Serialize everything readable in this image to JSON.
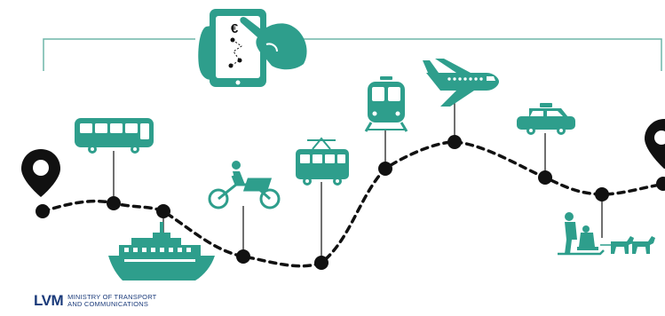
{
  "colors": {
    "teal": "#2e9e8c",
    "dark": "#111111",
    "bracket": "#6fb5a8",
    "logo_blue": "#1a3a7a"
  },
  "phone": {
    "currency_symbol": "€",
    "icon": "smartphone-route-icon"
  },
  "route": {
    "stops": [
      {
        "mode": "start",
        "icon": "location-pin-icon"
      },
      {
        "mode": "bus",
        "icon": "bus-icon"
      },
      {
        "mode": "ferry",
        "icon": "ship-icon"
      },
      {
        "mode": "cargo-bike",
        "icon": "cargo-bike-icon"
      },
      {
        "mode": "tram",
        "icon": "tram-icon"
      },
      {
        "mode": "train",
        "icon": "train-icon"
      },
      {
        "mode": "airplane",
        "icon": "airplane-icon"
      },
      {
        "mode": "taxi",
        "icon": "taxi-icon"
      },
      {
        "mode": "dog-sled",
        "icon": "dog-sled-icon"
      },
      {
        "mode": "destination",
        "icon": "location-pin-icon"
      }
    ]
  },
  "logo": {
    "mark": "LVM",
    "line1": "MINISTRY OF TRANSPORT",
    "line2": "AND COMMUNICATIONS"
  }
}
